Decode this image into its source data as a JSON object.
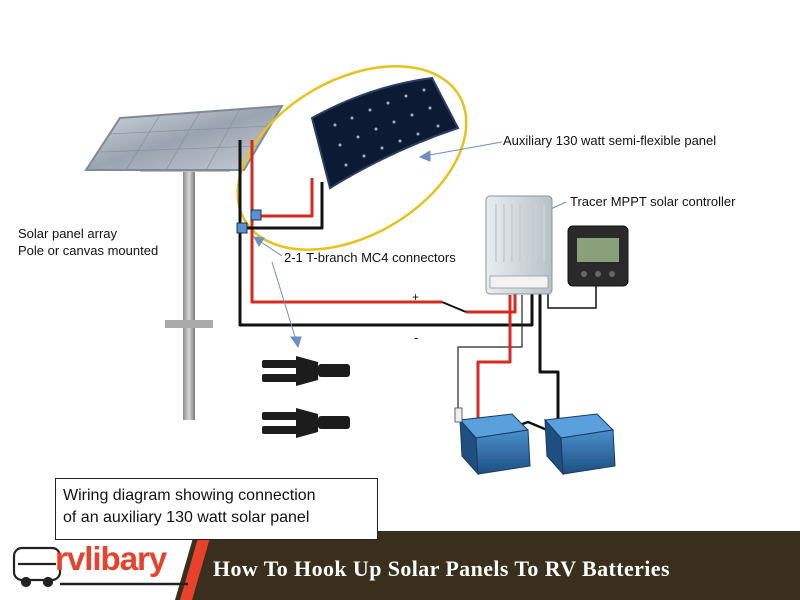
{
  "labels": {
    "aux_panel": "Auxiliary 130 watt semi-flexible panel",
    "controller": "Tracer MPPT solar controller",
    "array_line1": "Solar panel array",
    "array_line2": "Pole or canvas  mounted",
    "connectors": "2-1 T-branch MC4 connectors",
    "plus": "+",
    "minus": "-"
  },
  "caption": {
    "line1": "Wiring diagram showing connection",
    "line2": "of an auxiliary 130 watt solar panel"
  },
  "banner": {
    "title": "How To Hook Up Solar Panels To RV Batteries",
    "logo": "rvlibary"
  },
  "colors": {
    "positive_wire": "#d42a1f",
    "negative_wire": "#111111",
    "ellipse": "#e8c21a",
    "banner_dark": "#3a2e1c",
    "banner_accent": "#e8412c",
    "battery": "#2f6fa8"
  }
}
